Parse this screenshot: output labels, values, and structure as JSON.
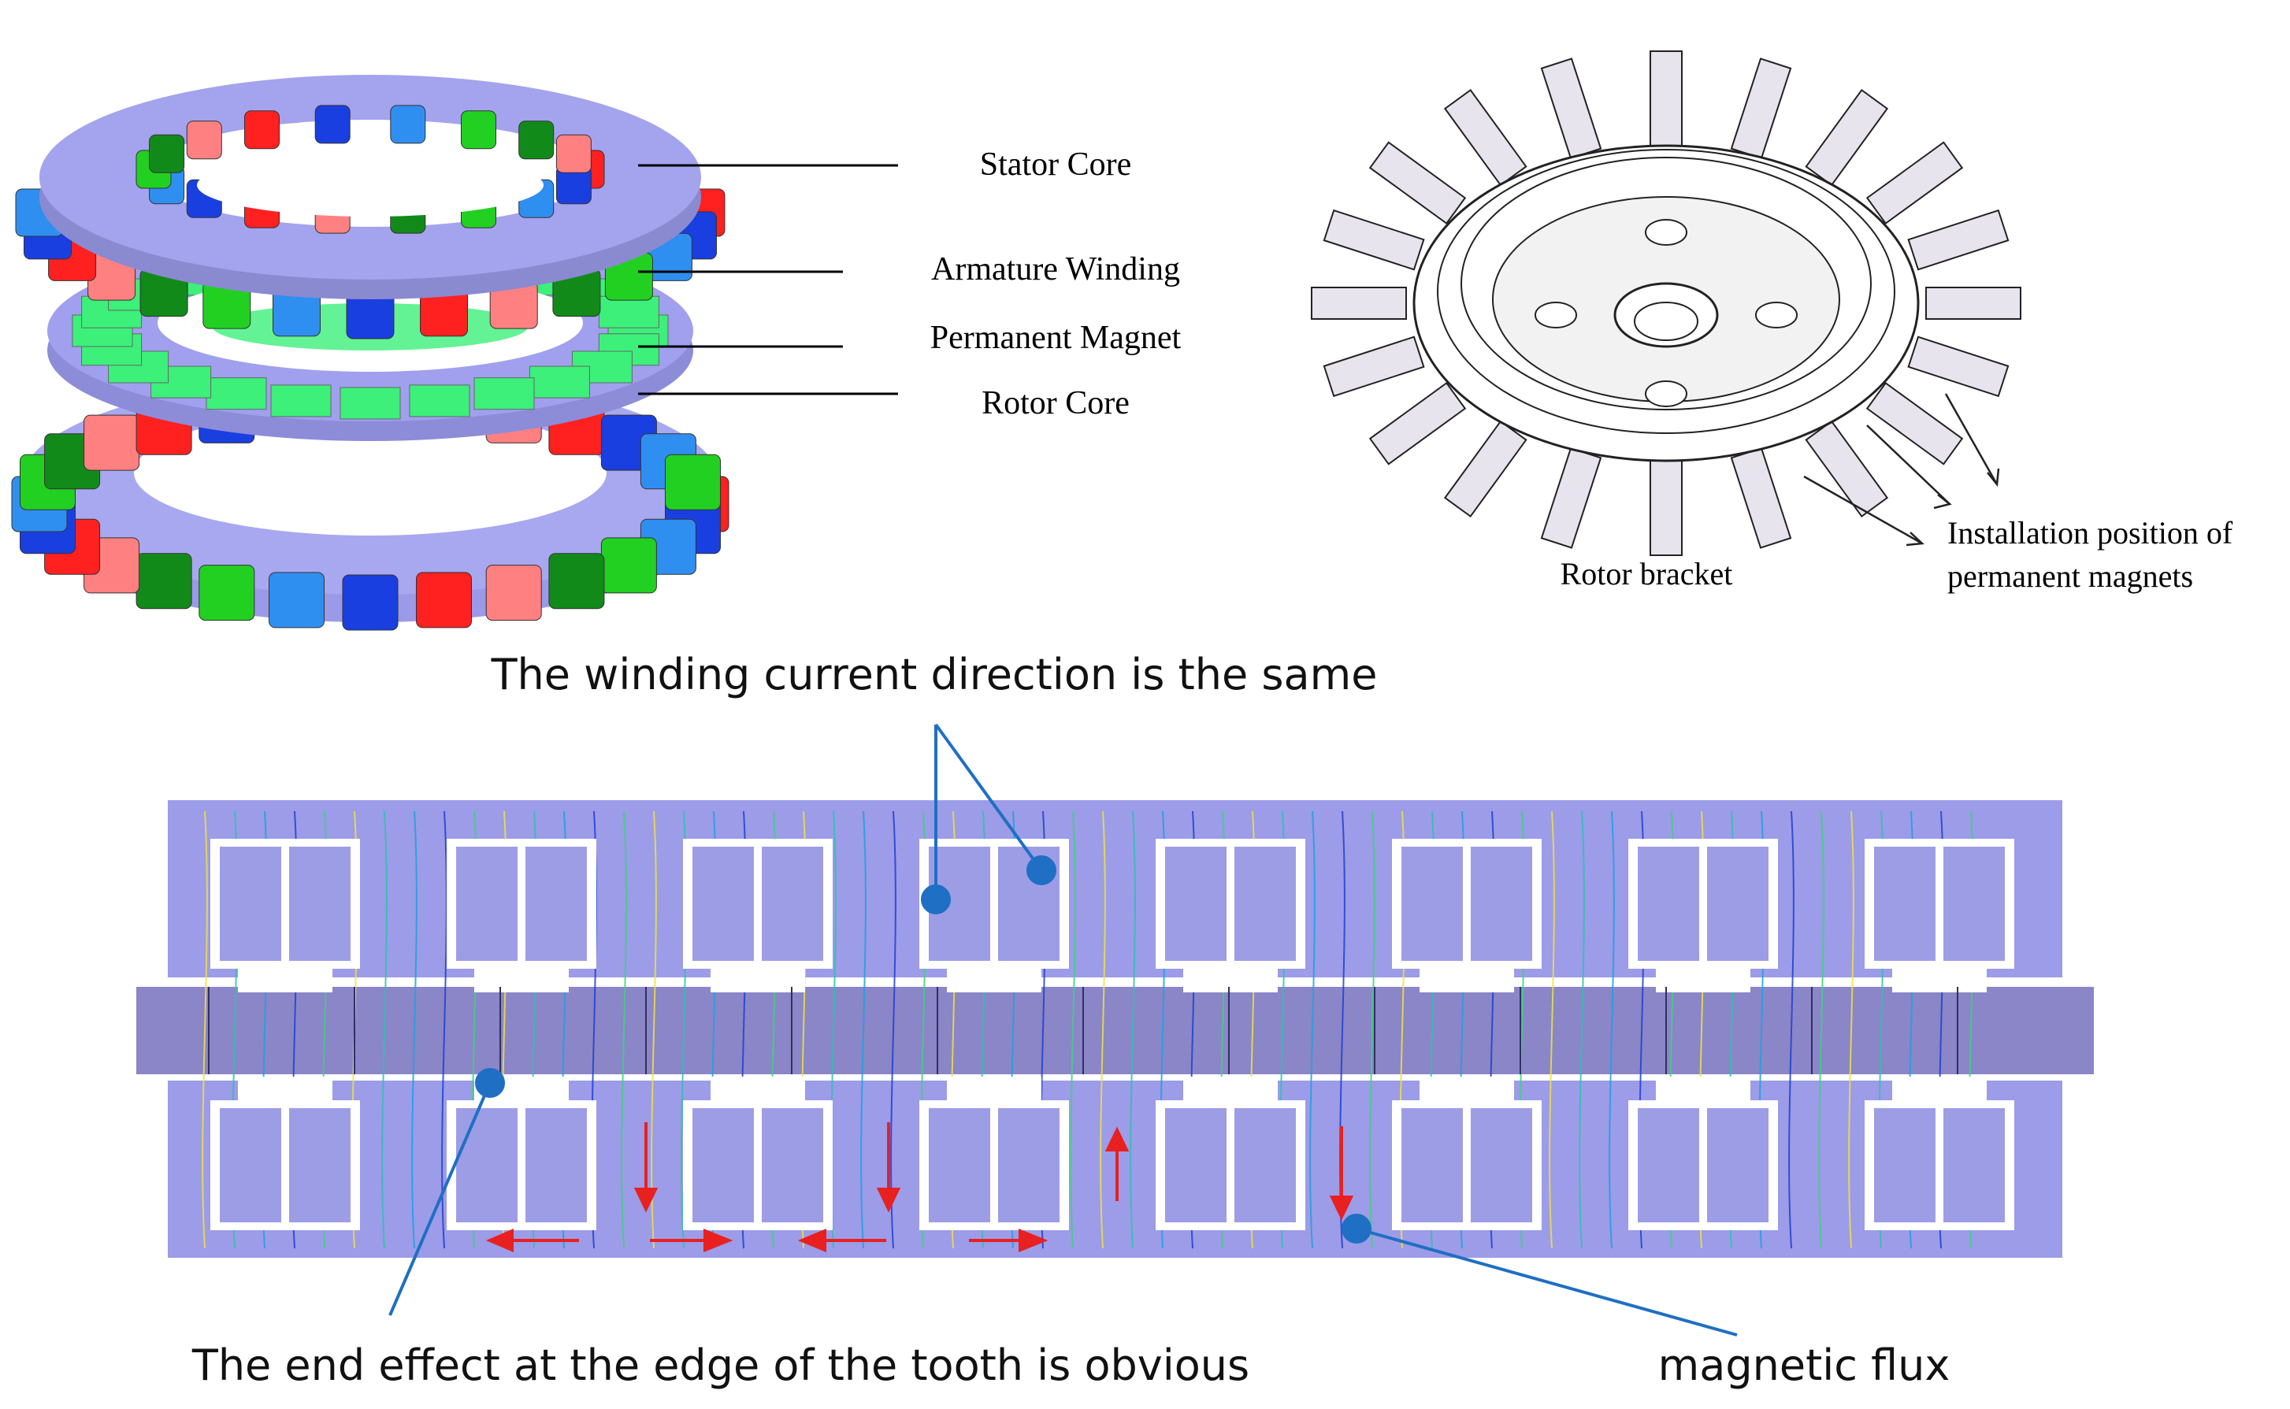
{
  "top_left_labels": {
    "stator_core": "Stator Core",
    "armature_winding": "Armature Winding",
    "permanent_magnet": "Permanent Magnet",
    "rotor_core": "Rotor Core"
  },
  "top_right_labels": {
    "rotor_bracket": "Rotor bracket",
    "installation_line1": "Installation position of",
    "installation_line2": "permanent magnets"
  },
  "bottom_annotations": {
    "winding_current": "The winding current direction is the same",
    "end_effect": "The end effect at the edge of the tooth is obvious",
    "magnetic_flux": "magnetic flux"
  },
  "colors": {
    "core": "#9a9ae8",
    "core_dark": "#8080c8",
    "slot_bg": "#ffffff",
    "coil": "#9d9de6",
    "callout": "#1f6fc4",
    "arrow": "#e82020",
    "winding_red": "#ff2020",
    "winding_blue": "#1a3fe0",
    "winding_green": "#22d022",
    "winding_darkgreen": "#128a1a",
    "winding_pink": "#ff8080",
    "winding_lightblue": "#2f8ff0",
    "magnet": "#3cf07a"
  }
}
